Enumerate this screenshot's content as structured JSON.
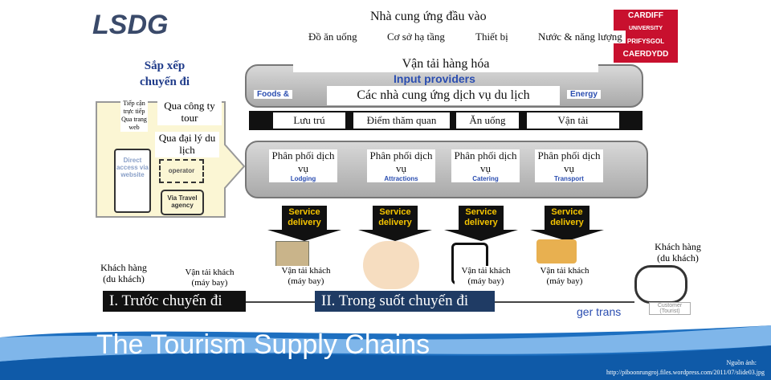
{
  "logos": {
    "left": "LSDG",
    "right": [
      "CARDIFF",
      "UNIVERSITY",
      "PRIFYSGOL",
      "CAERDYDD"
    ]
  },
  "background_title": "The Tourism Supply Chains",
  "input_providers": {
    "title": "Nhà cung ứng đầu vào",
    "items": [
      "Đồ ăn uống",
      "Cơ sở hạ tầng",
      "Thiết bị",
      "Nước & năng lượng"
    ],
    "freight": "Vận tải hàng hóa",
    "bg_label": "Input providers",
    "bg_items": [
      "Foods &",
      "Energy"
    ]
  },
  "service_providers": {
    "title": "Các nhà cung ứng dịch vụ du lịch",
    "items": [
      "Lưu trú",
      "Điểm thăm quan",
      "Ăn uống",
      "Vận tải"
    ]
  },
  "distribution": {
    "items": [
      "Phân phối dịch vụ",
      "Phân phối dịch vụ",
      "Phân phối dịch vụ",
      "Phân phối dịch vụ"
    ],
    "bg_items": [
      "Lodging",
      "Attractions",
      "Catering",
      "Transport"
    ]
  },
  "arrangement": {
    "title": "Sắp xếp chuyến đi",
    "direct": "Tiếp cận trực tiếp Qua trang web",
    "tour": "Qua công ty tour",
    "agency": "Qua đại lý du lịch",
    "bg_direct": "Direct access via website",
    "bg_operator": "operator",
    "bg_agency": "Via Travel agency"
  },
  "service_delivery": [
    "Service delivery",
    "Service delivery",
    "Service delivery",
    "Service delivery"
  ],
  "customer_left": "Khách hàng (du khách)",
  "customer_right": "Khách hàng (du khách)",
  "customer_bg": "Customer (Tourist)",
  "passenger_transport": [
    "Vận tải khách (máy bay)",
    "Vận tải khách (máy bay)",
    "Vận tải khách (máy bay)",
    "Vận tải khách (máy bay)"
  ],
  "passenger_bg": "ger trans",
  "phases": [
    "I. Trước chuyến đi",
    "II. Trong suốt chuyến đi"
  ],
  "source": {
    "label": "Nguồn ảnh:",
    "url": "http://piboonrungroj.files.wordpress.com/2011/07/slide03.jpg"
  },
  "colors": {
    "title_blue": "#2a4db0",
    "cardiff_red": "#c8102e",
    "phase2": "#1f3b64",
    "wave": "#1d6fc0"
  }
}
